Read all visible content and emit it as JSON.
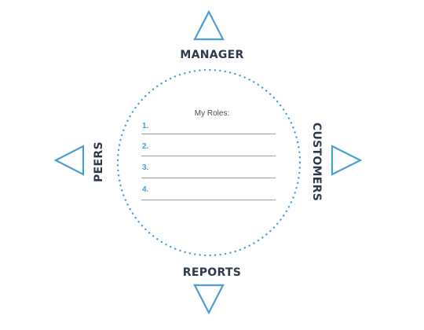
{
  "colors": {
    "accent": "#4a9fd0",
    "label": "#2e3a4a",
    "text": "#4a4a4a",
    "rule": "#9aa0a6"
  },
  "labels": {
    "top": "MANAGER",
    "bottom": "REPORTS",
    "left": "PEERS",
    "right": "CUSTOMERS"
  },
  "roles": {
    "title": "My Roles:",
    "items": [
      "1.",
      "2.",
      "3.",
      "4."
    ]
  }
}
